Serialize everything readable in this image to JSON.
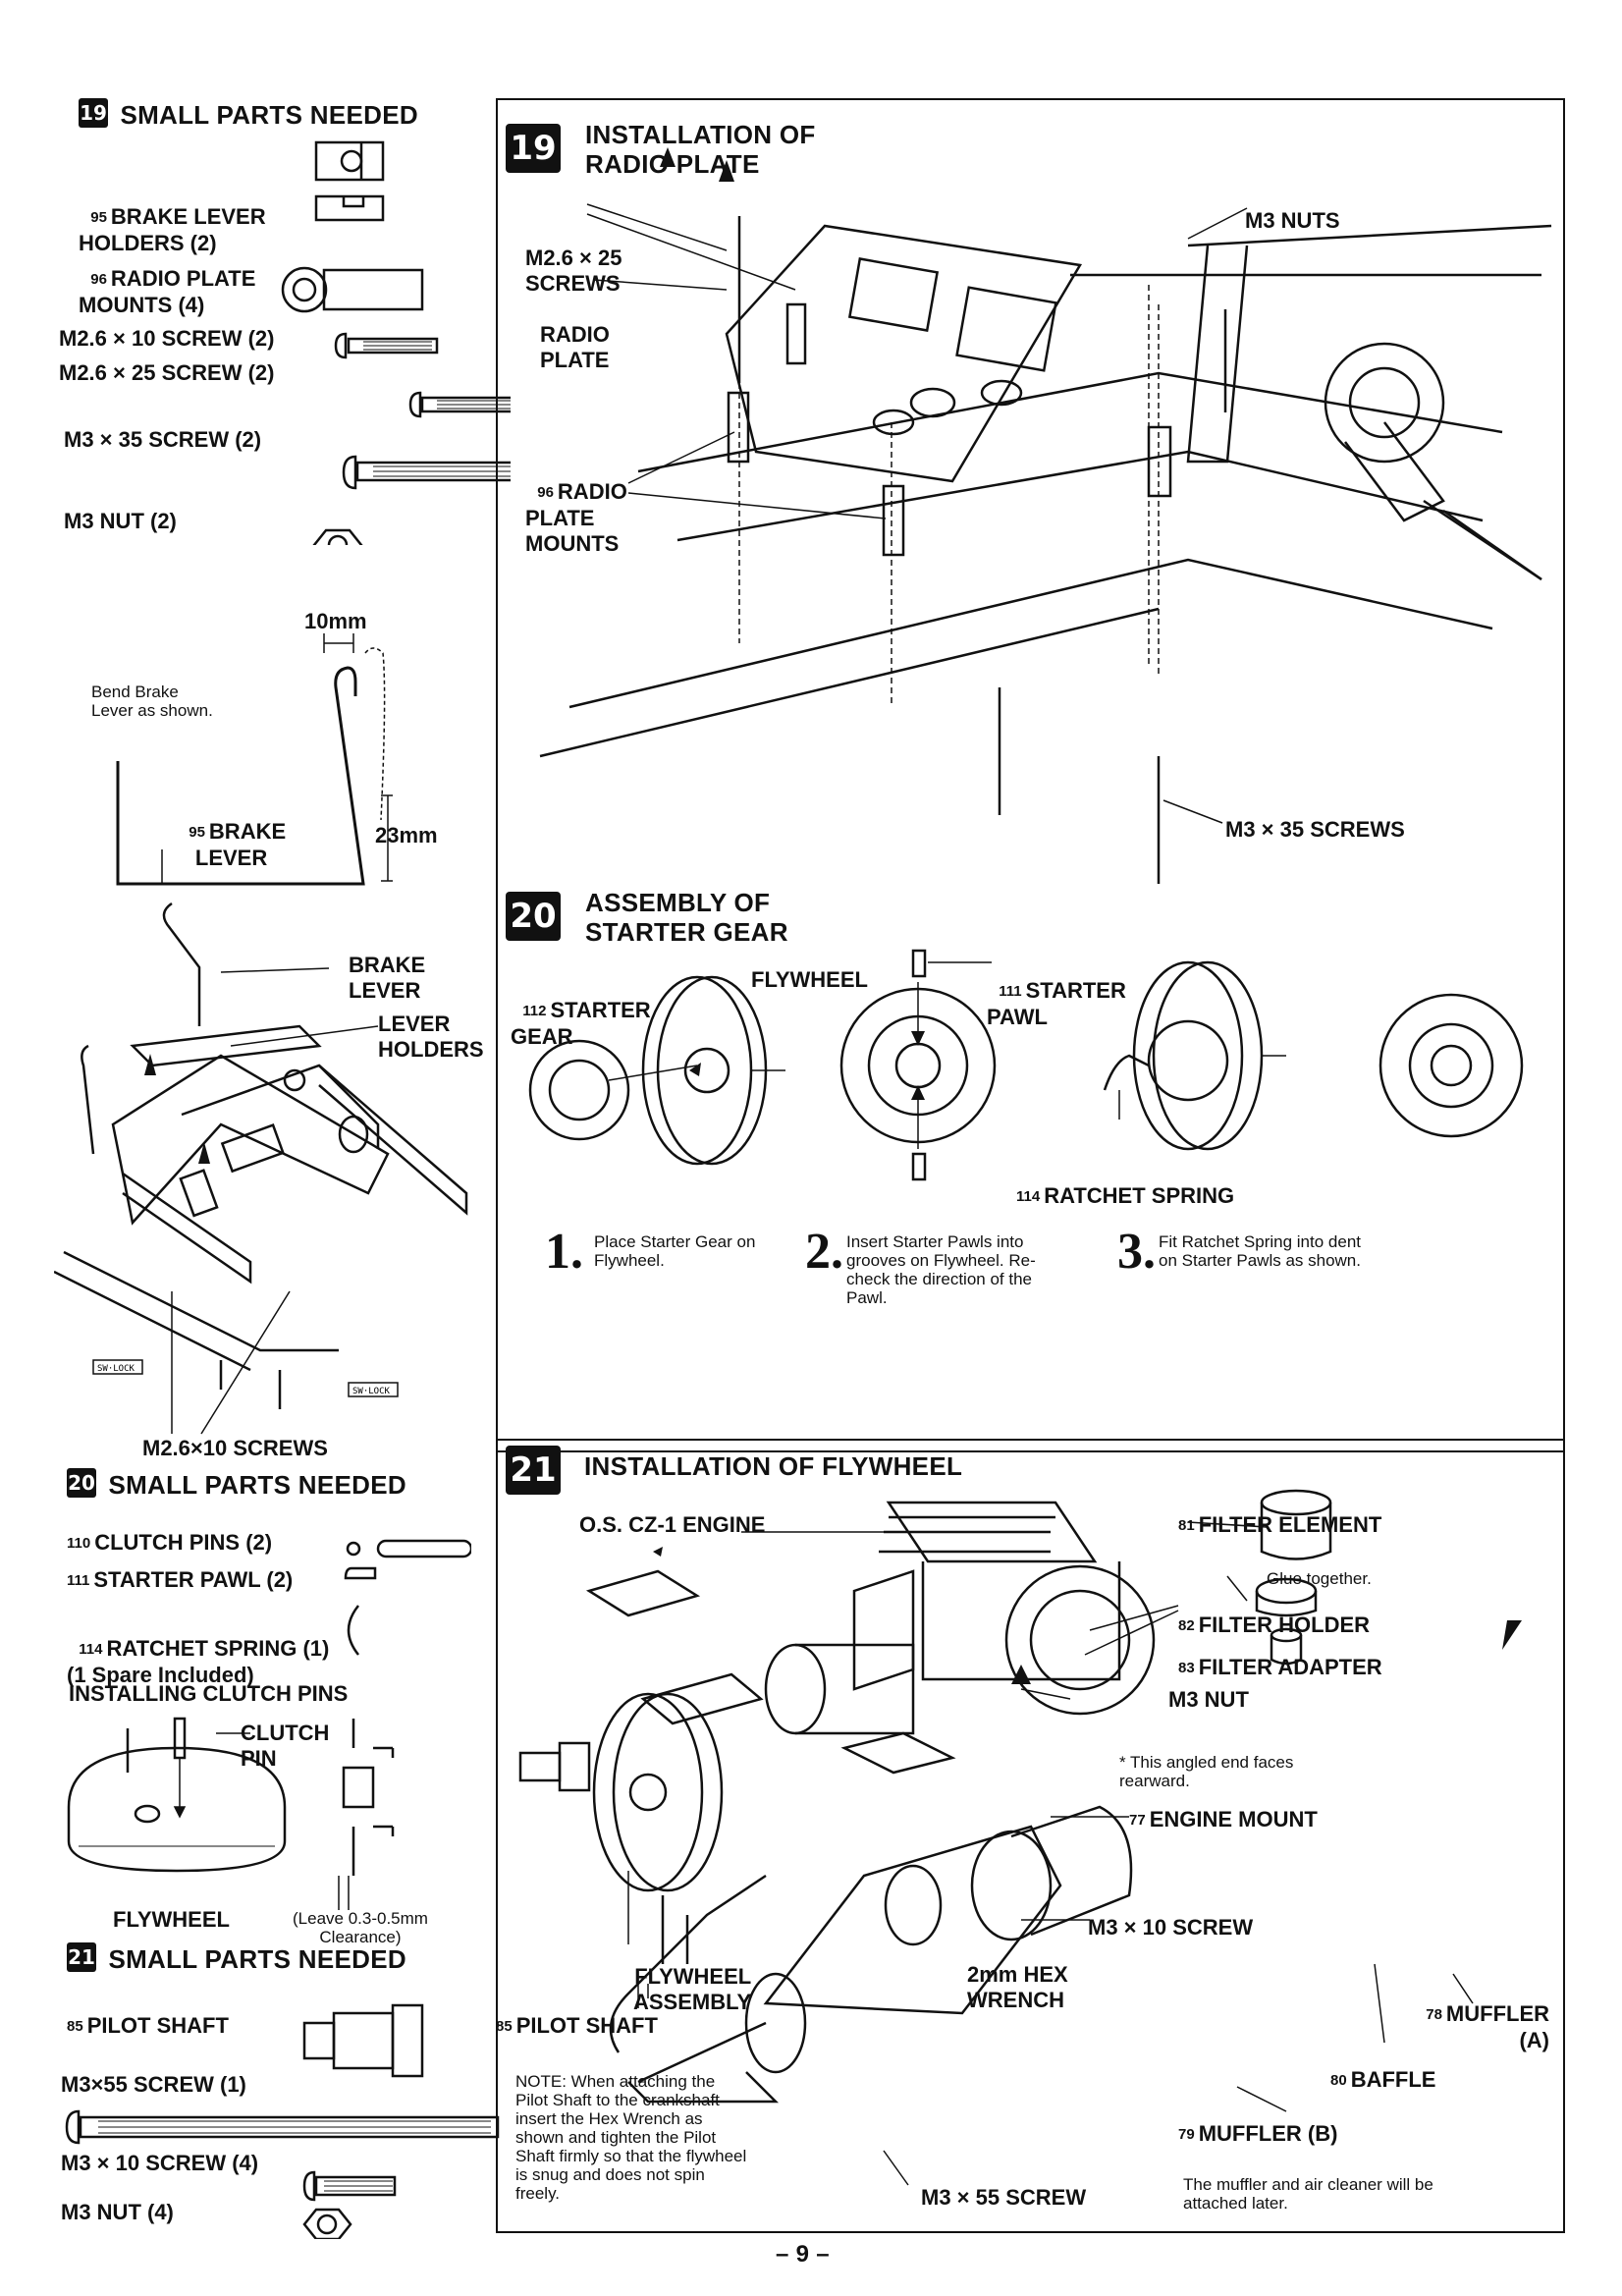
{
  "left": {
    "s19_small": {
      "badge": "19",
      "title": "SMALL PARTS NEEDED",
      "items": [
        {
          "num": "95",
          "label": "BRAKE LEVER\nHOLDERS (2)"
        },
        {
          "num": "96",
          "label": "RADIO PLATE\nMOUNTS (4)"
        },
        {
          "num": "",
          "label": "M2.6 × 10 SCREW (2)"
        },
        {
          "num": "",
          "label": "M2.6 × 25 SCREW (2)"
        },
        {
          "num": "",
          "label": "M3 × 35 SCREW (2)"
        },
        {
          "num": "",
          "label": "M3 NUT  (2)"
        }
      ]
    },
    "brake_bend": {
      "dim_top": "10mm",
      "note": "Bend Brake\nLever as shown.",
      "lever_num": "95",
      "lever_label": "BRAKE\nLEVER",
      "dim_side": "23mm"
    },
    "brake_assembly": {
      "lever_label": "BRAKE\nLEVER",
      "holders_label": "LEVER\nHOLDERS",
      "screws_label": "M2.6×10 SCREWS",
      "tag": "SW · LOCK"
    },
    "s20_small": {
      "badge": "20",
      "title": "SMALL PARTS NEEDED",
      "items": [
        {
          "num": "110",
          "label": "CLUTCH PINS (2)"
        },
        {
          "num": "111",
          "label": "STARTER PAWL (2)"
        },
        {
          "num": "114",
          "label": "RATCHET SPRING (1)\n(1 Spare Included)"
        }
      ],
      "installing": "INSTALLING CLUTCH PINS",
      "clutch_pin": "CLUTCH\nPIN",
      "flywheel": "FLYWHEEL",
      "clearance": "(Leave 0.3-0.5mm\nClearance)"
    },
    "s21_small": {
      "badge": "21",
      "title": "SMALL PARTS NEEDED",
      "items": [
        {
          "num": "85",
          "label": "PILOT SHAFT"
        },
        {
          "num": "",
          "label": "M3×55 SCREW (1)"
        },
        {
          "num": "",
          "label": "M3 × 10 SCREW (4)"
        },
        {
          "num": "",
          "label": "M3 NUT (4)"
        }
      ]
    }
  },
  "step19": {
    "badge": "19",
    "title": "INSTALLATION OF\nRADIO PLATE",
    "labels": {
      "m3nuts": "M3 NUTS",
      "screws25": "M2.6 × 25\nSCREWS",
      "radio_plate": "RADIO\nPLATE",
      "mounts_num": "96",
      "mounts": "RADIO\nPLATE\nMOUNTS",
      "screws35": "M3 × 35 SCREWS"
    }
  },
  "step20": {
    "badge": "20",
    "title": "ASSEMBLY OF\nSTARTER GEAR",
    "labels": {
      "starter_gear_num": "112",
      "starter_gear": "STARTER\nGEAR",
      "flywheel": "FLYWHEEL",
      "pawl_num": "111",
      "pawl": "STARTER\nPAWL",
      "ratchet_num": "114",
      "ratchet": "RATCHET SPRING"
    },
    "steps": [
      {
        "n": "1.",
        "text": "Place Starter Gear on\nFlywheel."
      },
      {
        "n": "2.",
        "text": "Insert Starter Pawls into\ngrooves on Flywheel. Re-\ncheck the direction of the\nPawl."
      },
      {
        "n": "3.",
        "text": "Fit Ratchet Spring into dent\non Starter Pawls as shown."
      }
    ]
  },
  "step21": {
    "badge": "21",
    "title": "INSTALLATION OF FLYWHEEL",
    "labels": {
      "engine": "O.S. CZ-1 ENGINE",
      "filter_element_num": "81",
      "filter_element": "FILTER ELEMENT",
      "glue": "Glue together.",
      "filter_holder_num": "82",
      "filter_holder": "FILTER HOLDER",
      "filter_adapter_num": "83",
      "filter_adapter": "FILTER ADAPTER",
      "m3nut": "M3 NUT",
      "angled_note": "* This angled end faces\nrearward.",
      "mount_num": "77",
      "mount": "ENGINE MOUNT",
      "m3x10": "M3 × 10 SCREW",
      "flywheel_asm": "FLYWHEEL\nASSEMBLY",
      "hex": "2mm HEX\nWRENCH",
      "pilot_num": "85",
      "pilot": "PILOT SHAFT",
      "muffler_a_num": "78",
      "muffler_a": "MUFFLER\n(A)",
      "baffle_num": "80",
      "baffle": "BAFFLE",
      "muffler_b_num": "79",
      "muffler_b": "MUFFLER (B)",
      "m3x55": "M3 × 55 SCREW",
      "note": "NOTE: When attaching the\nPilot Shaft to the crankshaft\ninsert the Hex Wrench as\nshown and tighten the Pilot\nShaft firmly so that the flywheel\nis snug and does not spin\nfreely.",
      "later": "The muffler and air cleaner will be\nattached later."
    }
  },
  "page_number": "– 9 –"
}
